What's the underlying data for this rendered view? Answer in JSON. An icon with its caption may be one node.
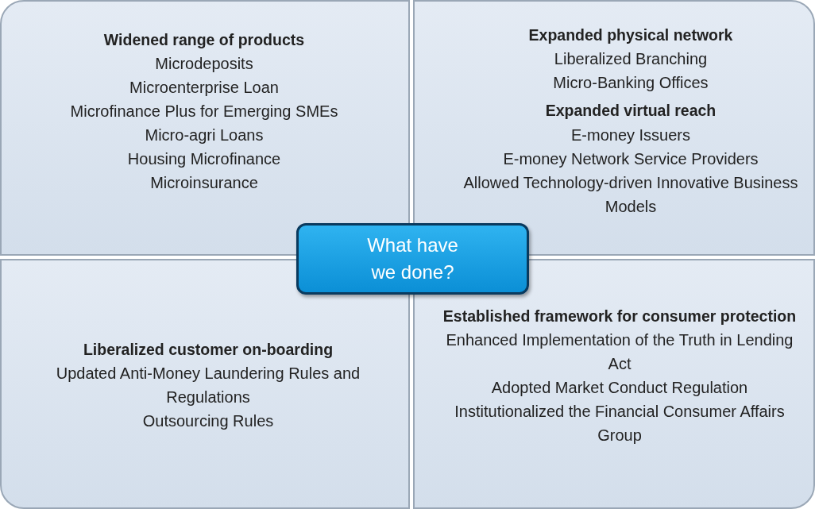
{
  "diagram": {
    "nodes": [
      {
        "text": [
          "Widened range of products",
          "Microdeposits",
          "Microenterprise Loan",
          "Microfinance Plus for Emerging SMEs",
          "Micro-agri Loans",
          "Housing Microfinance",
          "Microinsurance"
        ]
      },
      {
        "text": [
          "Expanded physical network",
          "Liberalized Branching",
          "Micro-Banking Offices",
          "Expanded virtual reach",
          "E-money Issuers",
          "E-money Network Service Providers",
          "Allowed Technology-driven Innovative Business Models"
        ]
      },
      {
        "text": [
          "Liberalized customer on-boarding",
          "Updated Anti-Money Laundering Rules and Regulations",
          "Outsourcing Rules"
        ]
      },
      {
        "text": [
          "Established framework for consumer protection",
          "Enhanced Implementation of the Truth in Lending Act",
          "Adopted Market Conduct Regulation",
          "Institutionalized the Financial Consumer Affairs Group"
        ]
      },
      {
        "text": [
          "What have we done?"
        ]
      }
    ]
  }
}
